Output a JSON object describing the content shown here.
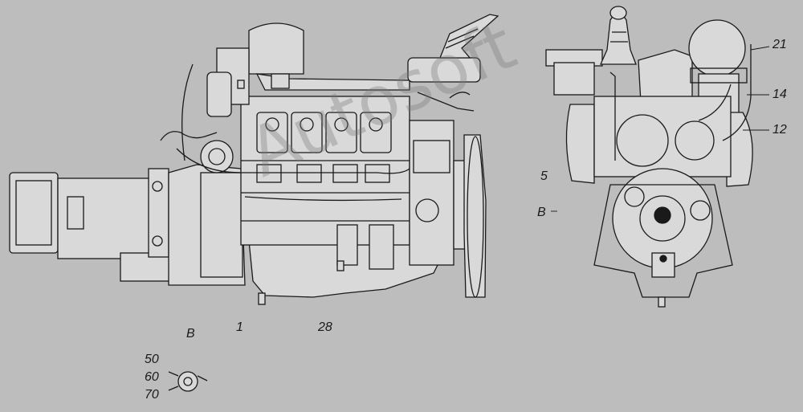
{
  "watermark": "Autosoft",
  "callouts": {
    "c21": "21",
    "c14": "14",
    "c12": "12",
    "c5": "5",
    "cB_right": "B",
    "cB_left": "B",
    "c1": "1",
    "c28": "28",
    "c50": "50",
    "c60": "60",
    "c70": "70"
  },
  "colors": {
    "background": "#bdbdbd",
    "line": "#1a1a1a",
    "fill": "#d9d9d9"
  }
}
